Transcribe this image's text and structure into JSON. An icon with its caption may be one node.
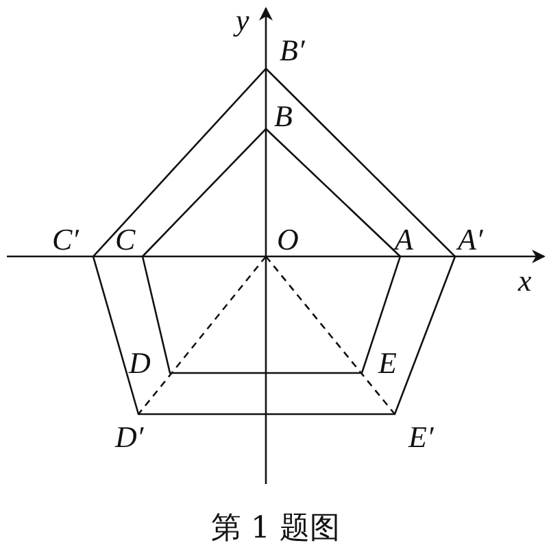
{
  "diagram": {
    "caption": "第 1 题图",
    "labels": [
      "y",
      "B′",
      "B",
      "C′",
      "C",
      "O",
      "A",
      "A′",
      "x",
      "D",
      "E",
      "D′",
      "E′"
    ]
  }
}
